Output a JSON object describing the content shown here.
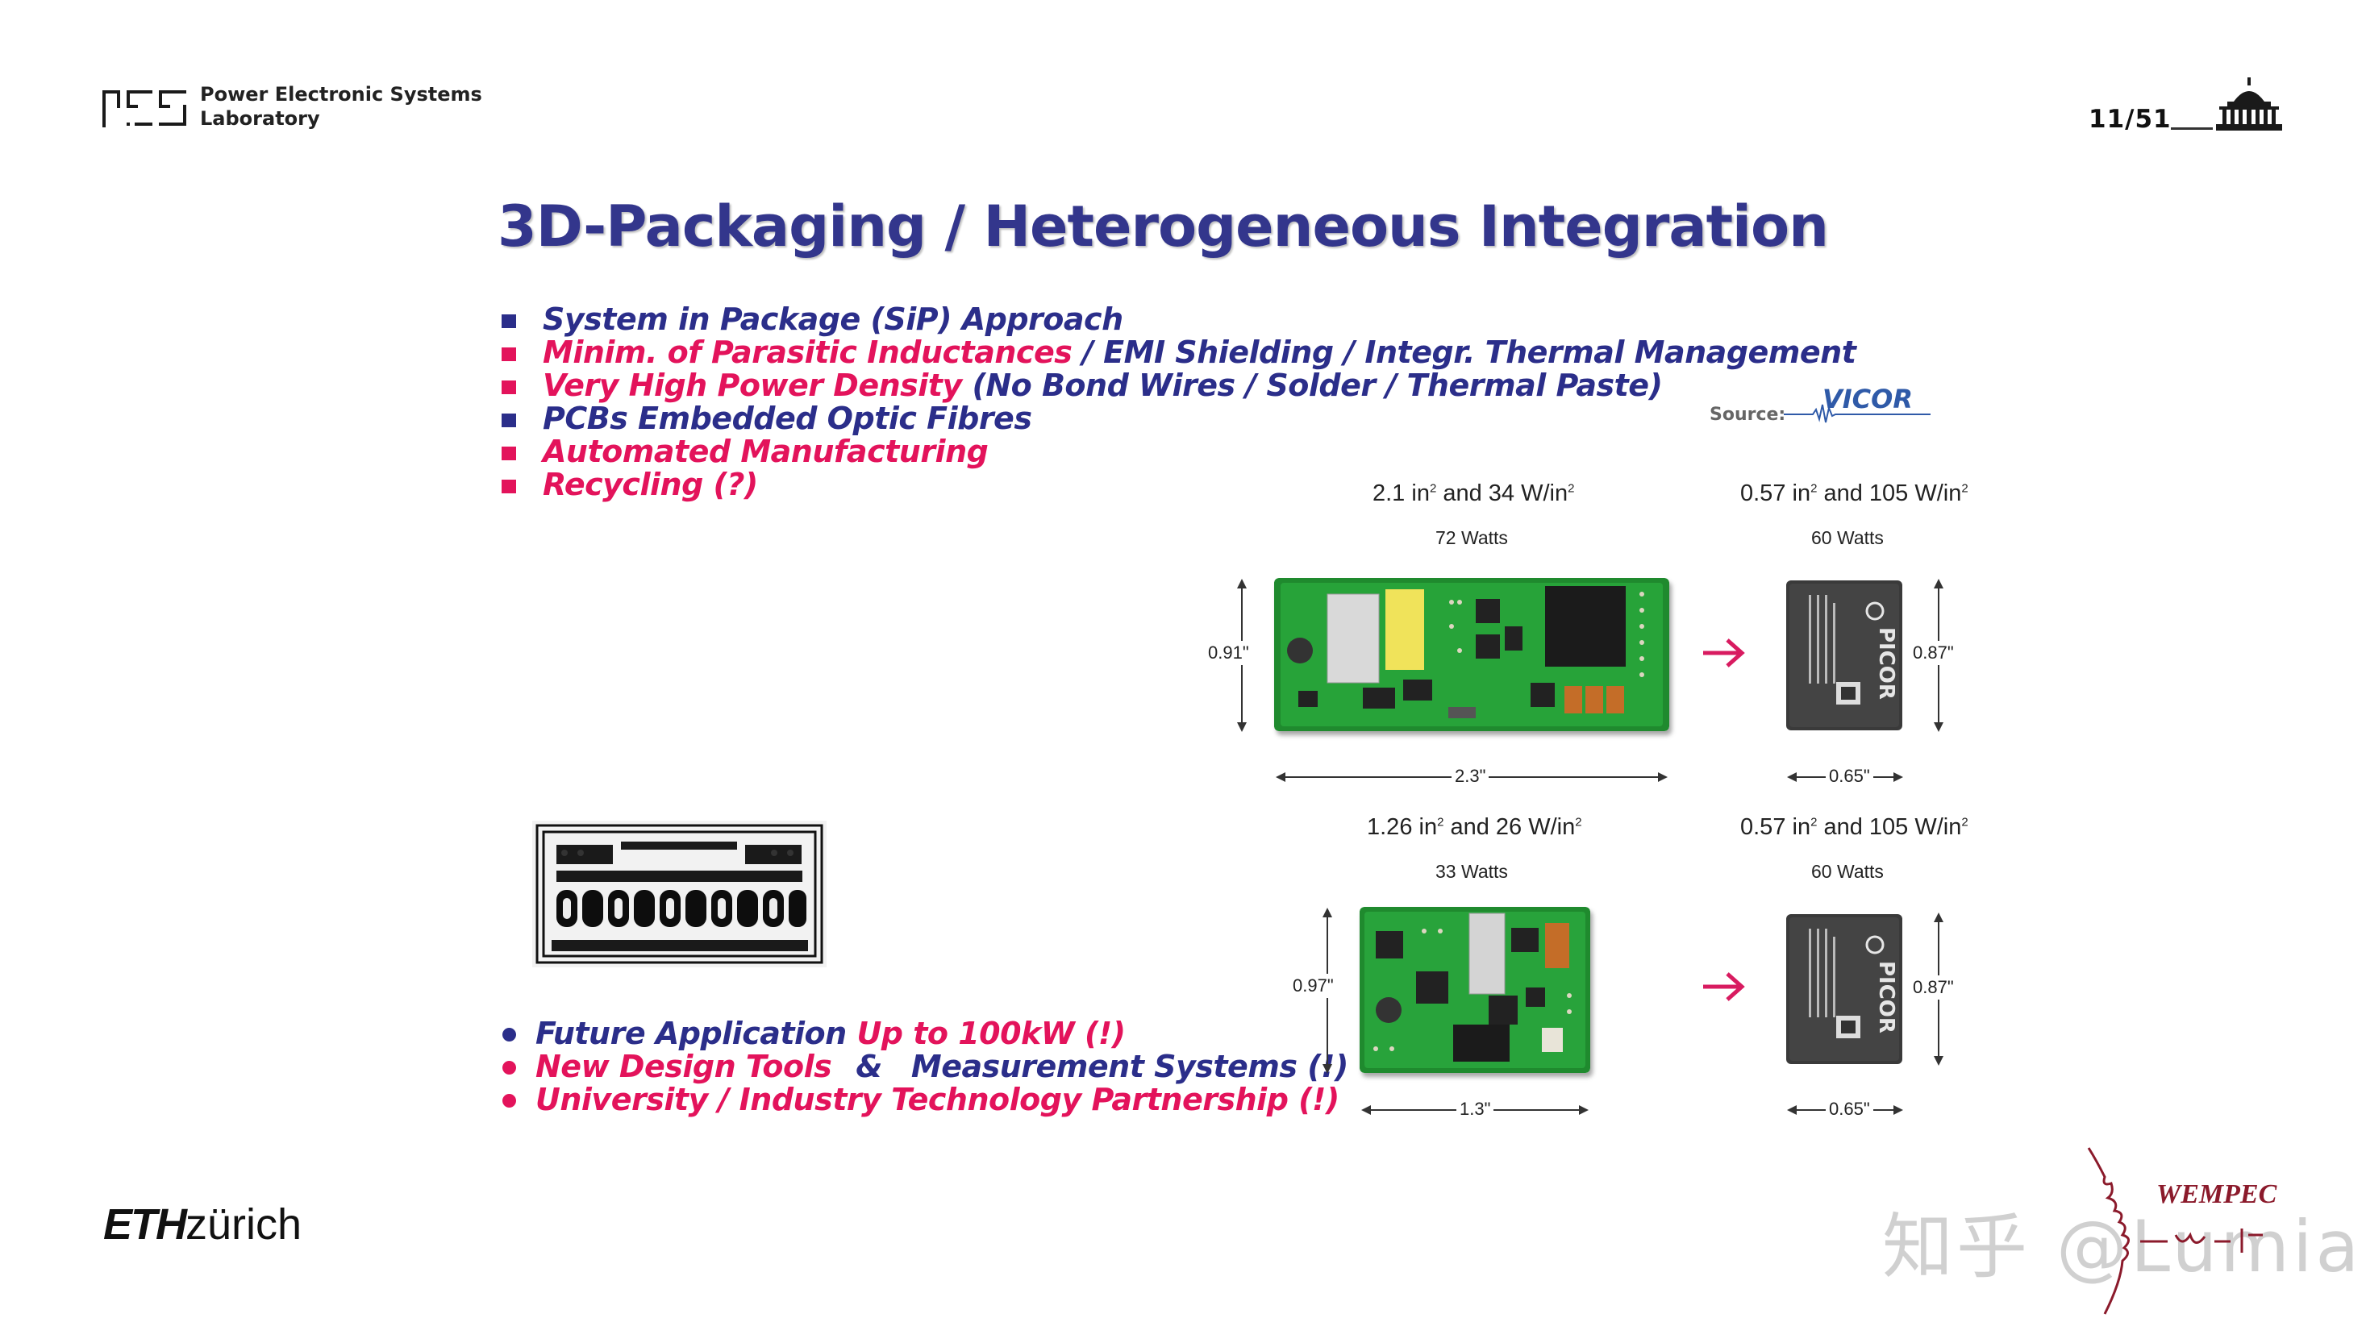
{
  "header": {
    "lab_name_line1": "Power Electronic Systems",
    "lab_name_line2": "Laboratory",
    "page_number": "11/51"
  },
  "title": "3D-Packaging / Heterogeneous Integration",
  "top_bullets": [
    {
      "parts": [
        {
          "text": "System in Package (SiP) Approach",
          "color": "blue"
        }
      ]
    },
    {
      "parts": [
        {
          "text": "Minim. of Parasitic Inductances",
          "color": "red"
        },
        {
          "text": " / EMI Shielding / Integr. Thermal Management",
          "color": "blue"
        }
      ]
    },
    {
      "parts": [
        {
          "text": "Very High Power Density",
          "color": "red"
        },
        {
          "text": " (No Bond Wires / Solder / Thermal Paste)",
          "color": "blue"
        }
      ]
    },
    {
      "parts": [
        {
          "text": "PCBs Embedded Optic Fibres",
          "color": "blue"
        }
      ]
    },
    {
      "parts": [
        {
          "text": "Automated Manufacturing",
          "color": "red"
        }
      ]
    },
    {
      "parts": [
        {
          "text": "Recycling (?)",
          "color": "red"
        }
      ]
    }
  ],
  "bottom_bullets": [
    {
      "parts": [
        {
          "text": "Future Application",
          "color": "blue"
        },
        {
          "text": " Up to 100kW (!)",
          "color": "red"
        }
      ]
    },
    {
      "parts": [
        {
          "text": "New Design Tools",
          "color": "red"
        },
        {
          "text": "&",
          "color": "blue",
          "amp": true
        },
        {
          "text": "Measurement Systems (!)",
          "color": "blue"
        }
      ]
    },
    {
      "parts": [
        {
          "text": "University / Industry Technology Partnership (!)",
          "color": "red"
        }
      ]
    }
  ],
  "source": {
    "label": "Source:",
    "brand": "VICOR"
  },
  "comparison": {
    "row1": {
      "left": {
        "area": "2.1 in",
        "density": " and 34 W/in",
        "watts": "72 Watts",
        "height": "0.91\"",
        "width": "2.3\""
      },
      "right": {
        "area": "0.57 in",
        "density": " and 105 W/in",
        "watts": "60 Watts",
        "height": "0.87\"",
        "width": "0.65\""
      }
    },
    "row2": {
      "left": {
        "area": "1.26 in",
        "density": " and 26 W/in",
        "watts": "33 Watts",
        "height": "0.97\"",
        "width": "1.3\""
      },
      "right": {
        "area": "0.57 in",
        "density": " and 105 W/in",
        "watts": "60 Watts",
        "height": "0.87\"",
        "width": "0.65\""
      }
    },
    "sup": "2",
    "module_brand": "PICOR"
  },
  "footer": {
    "eth_bold": "ETH",
    "eth_light": "zürich",
    "watermark": "知乎 @Lumia",
    "wempec": "WEMPEC"
  },
  "colors": {
    "blue": "#2b2e8a",
    "red": "#e3135b",
    "title": "#33368c",
    "arrow": "#d81b60"
  }
}
